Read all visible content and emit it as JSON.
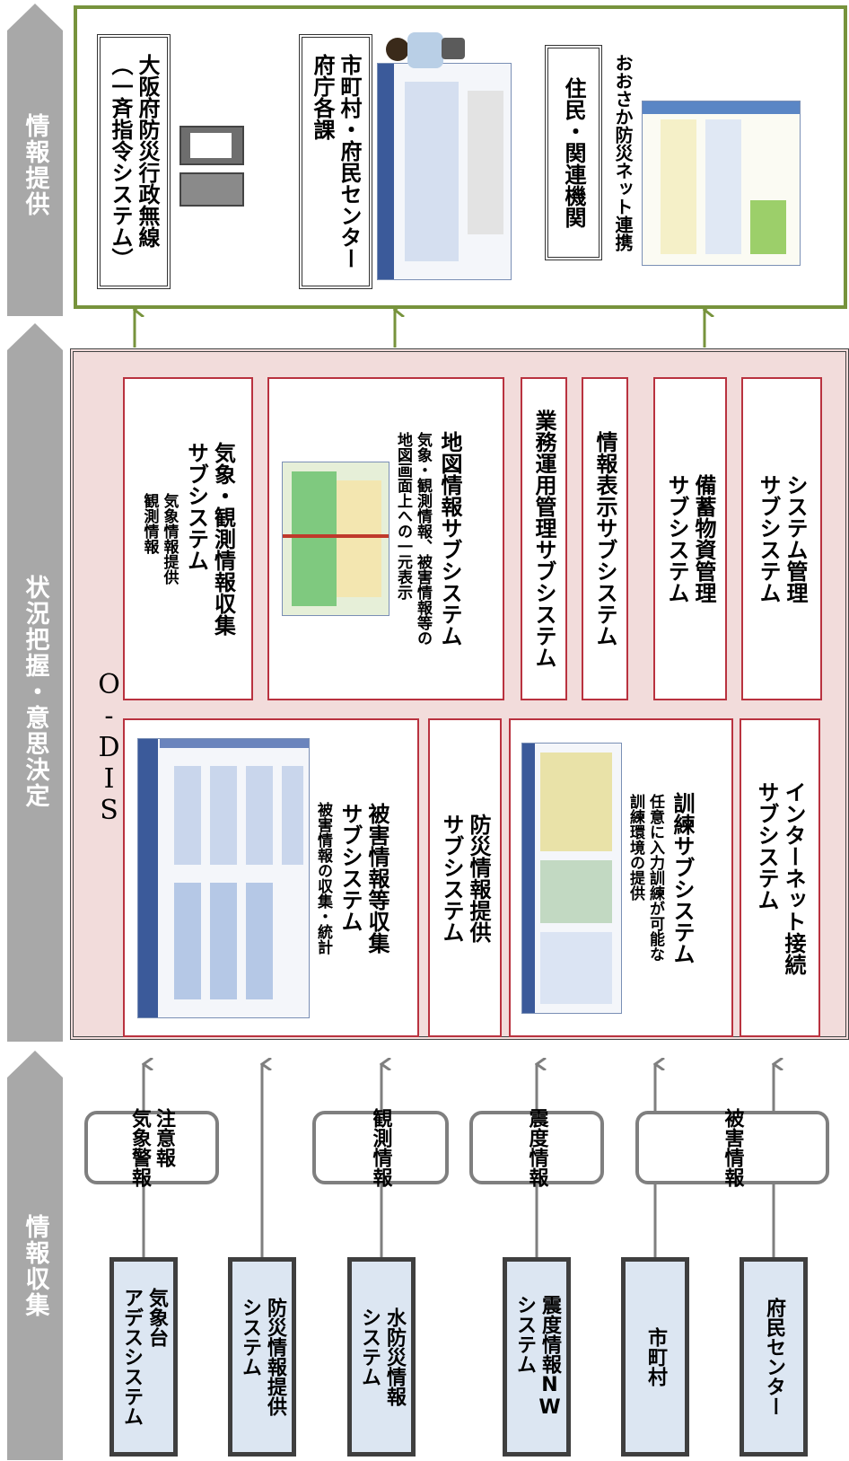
{
  "stages": {
    "collect": "情報収集",
    "decide": "状況把握・意思決定",
    "provide": "情報提供"
  },
  "system_name": "O-DIS",
  "sources": [
    {
      "label": "気象台\nアデスシステム"
    },
    {
      "label": "防災情報提供\nシステム"
    },
    {
      "label": "水防災情報\nシステム"
    },
    {
      "label": "震度情報NW\nシステム"
    },
    {
      "label": "市町村"
    },
    {
      "label": "府民センター"
    }
  ],
  "info_types": [
    {
      "label": "注意報\n気象警報"
    },
    {
      "label": "観測情報"
    },
    {
      "label": "震度情報"
    },
    {
      "label": "被害情報"
    }
  ],
  "subsystems_left": [
    {
      "title": "被害情報等収集\nサブシステム",
      "sub": "被害情報の収集・統計"
    },
    {
      "title": "防災情報提供\nサブシステム",
      "sub": ""
    },
    {
      "title": "訓練サブシステム",
      "sub": "任意に入力訓練が可能な\n訓練環境の提供"
    },
    {
      "title": "インターネット接続\nサブシステム",
      "sub": ""
    }
  ],
  "subsystems_right": [
    {
      "title": "気象・観測情報収集\nサブシステム",
      "sub": "気象情報提供\n観測情報"
    },
    {
      "title": "地図情報サブシステム",
      "sub": "気象・観測情報、被害情報等の\n地図画面上への一元表示"
    },
    {
      "title": "業務運用管理サブシステム",
      "sub": ""
    },
    {
      "title": "情報表示サブシステム",
      "sub": ""
    },
    {
      "title": "備蓄物資管理\nサブシステム",
      "sub": ""
    },
    {
      "title": "システム管理\nサブシステム",
      "sub": ""
    }
  ],
  "outputs": [
    {
      "label": "大阪府防災行政無線\n（一斉指令システム）"
    },
    {
      "label": "市町村・府民センター\n府庁各課"
    },
    {
      "label": "住民・関連機関"
    }
  ],
  "output_caption": "おおさか防災ネット連携",
  "colors": {
    "stage": "#a8a8a8",
    "odis_fill": "#f2dcdb",
    "sub_border": "#b9323f",
    "output_border": "#77933c",
    "source_fill": "#dce6f2"
  }
}
